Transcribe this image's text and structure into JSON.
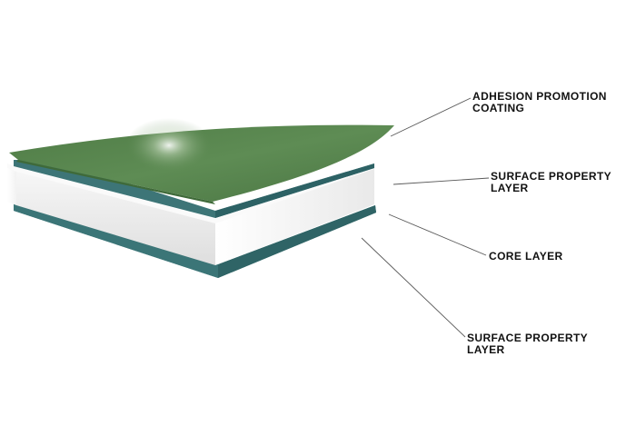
{
  "layers": {
    "adhesion_coating": {
      "line1": "ADHESION PROMOTION",
      "line2": "COATING",
      "color": "#5a8750"
    },
    "surface_property_top": {
      "line1": "SURFACE PROPERTY",
      "line2": "LAYER",
      "color": "#3d7577"
    },
    "core": {
      "line1": "CORE LAYER",
      "color": "#ececec"
    },
    "surface_property_bottom": {
      "line1": "SURFACE PROPERTY",
      "line2": "LAYER",
      "color": "#3d7577"
    }
  }
}
